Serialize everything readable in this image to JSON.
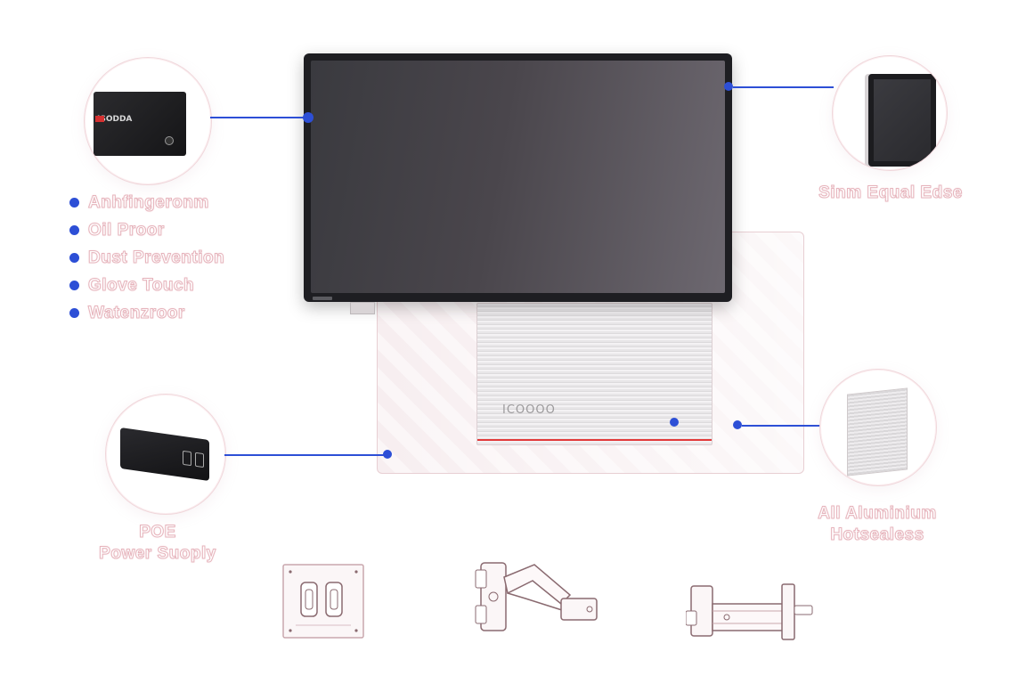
{
  "features": [
    "Anhfingeronm",
    "Oil Proor",
    "Dust Prevention",
    "Glove Touch",
    "Watenzroor"
  ],
  "callouts": {
    "top_right": "Sinm Equal Edse",
    "bottom_left_line1": "POE",
    "bottom_left_line2": "Power Suoply",
    "bottom_right_line1": "All Aluminium",
    "bottom_right_line2": "Hotsealess"
  },
  "product": {
    "brushed_brand": "ICOOOO",
    "chip_text": "ISODDA"
  },
  "accessories": [
    "vesa-mount-plate-icon",
    "swing-arm-mount-icon",
    "wall-bracket-mount-icon"
  ],
  "colors": {
    "accent": "#2d4fd6",
    "ghost_text_stroke": "#e6b4bc",
    "red_stripe": "#e23a3a"
  }
}
